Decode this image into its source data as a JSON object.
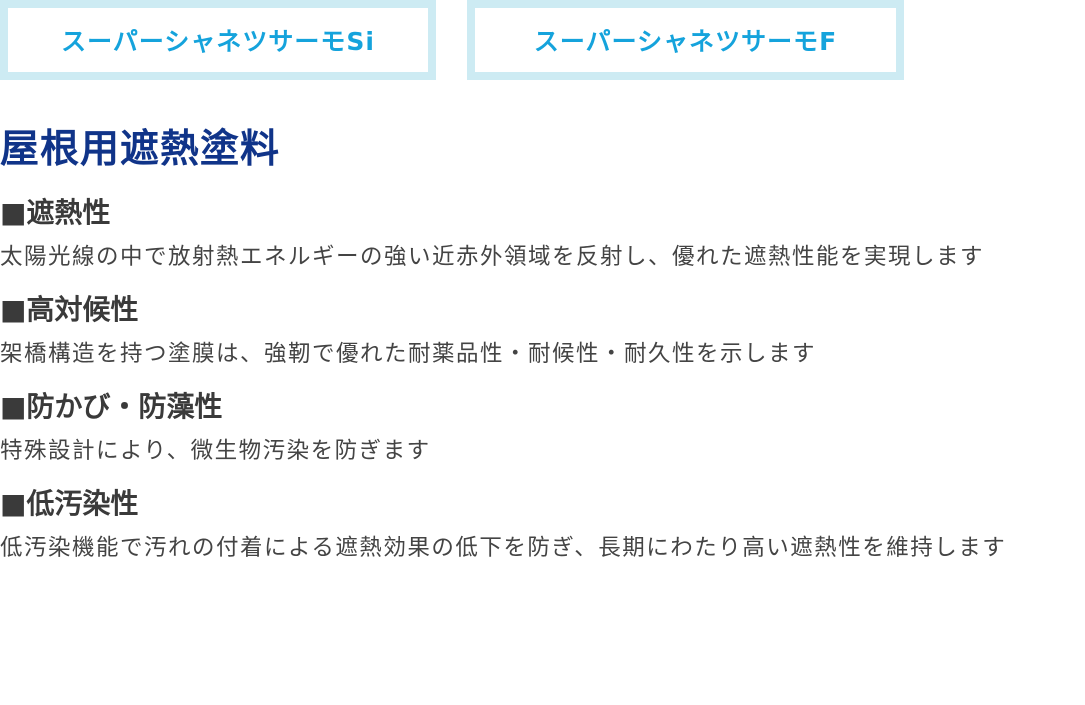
{
  "tabs": [
    {
      "label": "スーパーシャネツサーモSi"
    },
    {
      "label": "スーパーシャネツサーモF"
    }
  ],
  "title": "屋根用遮熱塗料",
  "sections": [
    {
      "heading": "■遮熱性",
      "text": "太陽光線の中で放射熱エネルギーの強い近赤外領域を反射し、優れた遮熱性能を実現します"
    },
    {
      "heading": "■高対候性",
      "text": "架橋構造を持つ塗膜は、強靭で優れた耐薬品性・耐候性・耐久性を示します"
    },
    {
      "heading": "■防かび・防藻性",
      "text": "特殊設計により、微生物汚染を防ぎます"
    },
    {
      "heading": "■低汚染性",
      "text": "低汚染機能で汚れの付着による遮熱効果の低下を防ぎ、長期にわたり高い遮熱性を維持します"
    }
  ],
  "colors": {
    "tab_border": "#cdebf3",
    "tab_text": "#15a3dc",
    "title": "#103489",
    "heading": "#3a3a3a",
    "body": "#444444"
  }
}
